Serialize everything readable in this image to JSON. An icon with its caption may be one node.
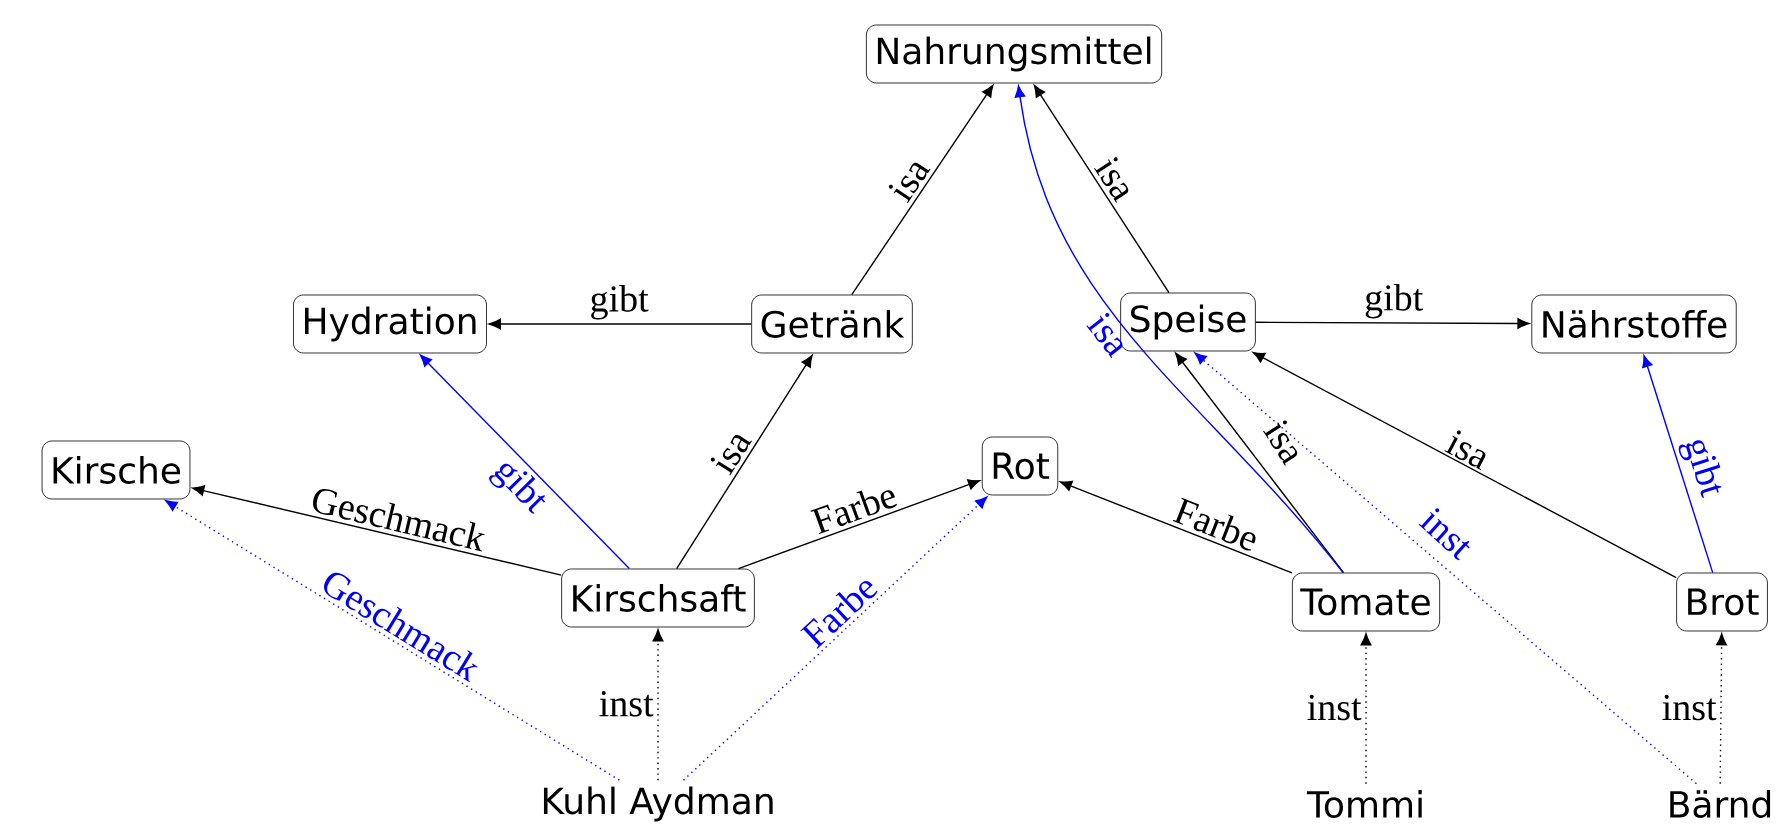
{
  "diagram": {
    "nodes": [
      {
        "text": [
          "Nahrungsmittel"
        ]
      },
      {
        "text": [
          "Hydration"
        ]
      },
      {
        "text": [
          "Getränk"
        ]
      },
      {
        "text": [
          "Speise"
        ]
      },
      {
        "text": [
          "Nährstoffe"
        ]
      },
      {
        "text": [
          "Kirsche"
        ]
      },
      {
        "text": [
          "Rot"
        ]
      },
      {
        "text": [
          "Kirschsaft"
        ]
      },
      {
        "text": [
          "Tomate"
        ]
      },
      {
        "text": [
          "Brot"
        ]
      },
      {
        "text": [
          "Kuhl Aydman"
        ]
      },
      {
        "text": [
          "Tommi"
        ]
      },
      {
        "text": [
          "Bärnd"
        ]
      }
    ],
    "edges": [
      {
        "from": 2,
        "to": 0,
        "arrow": "to",
        "label": "isa"
      },
      {
        "from": 3,
        "to": 0,
        "arrow": "to",
        "label": "isa"
      },
      {
        "from": 2,
        "to": 1,
        "arrow": "to",
        "label": "gibt"
      },
      {
        "from": 3,
        "to": 4,
        "arrow": "to",
        "label": "gibt"
      },
      {
        "from": 7,
        "to": 1,
        "arrow": "to",
        "label": "gibt",
        "color": "#0000ff"
      },
      {
        "from": 7,
        "to": 2,
        "arrow": "to",
        "label": "isa"
      },
      {
        "from": 7,
        "to": 5,
        "arrow": "to",
        "label": "Geschmack"
      },
      {
        "from": 7,
        "to": 6,
        "arrow": "to",
        "label": "Farbe"
      },
      {
        "from": 8,
        "to": 6,
        "arrow": "to",
        "label": "Farbe"
      },
      {
        "from": 8,
        "to": 3,
        "arrow": "to",
        "label": "isa"
      },
      {
        "from": 8,
        "to": 0,
        "arrow": "to",
        "label": "isa",
        "color": "#0000ff"
      },
      {
        "from": 9,
        "to": 3,
        "arrow": "to",
        "label": "isa"
      },
      {
        "from": 9,
        "to": 4,
        "arrow": "to",
        "label": "gibt",
        "color": "#0000ff"
      },
      {
        "from": 10,
        "to": 7,
        "arrow": "to",
        "label": "inst",
        "style": "dashed"
      },
      {
        "from": 10,
        "to": 5,
        "arrow": "to",
        "label": "Geschmack",
        "style": "dashed",
        "color": "#0000ff"
      },
      {
        "from": 10,
        "to": 6,
        "arrow": "to",
        "label": "Farbe",
        "style": "dashed",
        "color": "#0000ff"
      },
      {
        "from": 11,
        "to": 8,
        "arrow": "to",
        "label": "inst",
        "style": "dashed"
      },
      {
        "from": 12,
        "to": 9,
        "arrow": "to",
        "label": "inst",
        "style": "dashed"
      },
      {
        "from": 12,
        "to": 3,
        "arrow": "to",
        "label": "inst",
        "style": "dashed",
        "color": "#0000ff"
      }
    ]
  }
}
